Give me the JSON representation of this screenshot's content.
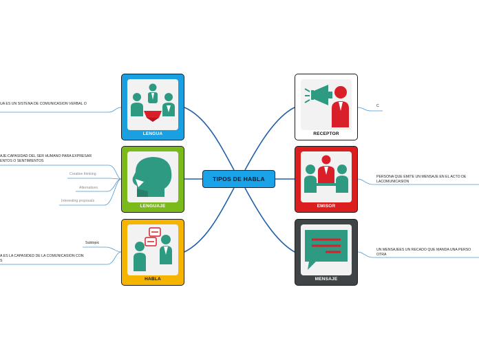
{
  "central": {
    "title": "TIPOS DE HABLA"
  },
  "nodes": {
    "lengua": {
      "label": "LENGUA",
      "color": "#1a9fe0"
    },
    "lenguaje": {
      "label": "LENGUAJE",
      "color": "#7cb91a"
    },
    "habla": {
      "label": "HABLA",
      "color": "#f5b400"
    },
    "receptor": {
      "label": "RECEPTOR",
      "color": "#ffffff"
    },
    "emisor": {
      "label": "EMISOR",
      "color": "#db1f1f"
    },
    "mensaje": {
      "label": "MENSAJE",
      "color": "#3f4547"
    }
  },
  "subtopics": {
    "lengua_def": "UA ES UN SISTENA DE COMUNICASION VERBAL O",
    "lenguaje_def_1": "AJE:CAPASIDAD DEL SER HUMANO PARA EXPRESAR",
    "lenguaje_def_2": "ENTOS O SENTIMIENTOS",
    "lenguaje_creative": "Creative thinking",
    "lenguaje_alternatives": "Alternatives",
    "lenguaje_proposals": "Interesting proposals",
    "habla_subtopic": "Subtopic",
    "habla_def_1": "A  ES LA CAPASIDED  DE  LA COMUNICASION CON",
    "habla_def_2": "S",
    "receptor_def": "C",
    "emisor_def_1": "PERSONA QUE EMITE UN MENSAJE EN EL ACTO DE",
    "emisor_def_2": "LACOMUNICASION",
    "mensaje_def_1": "UN  MENSAJEES UN RECADO QUE MANDA UNA PERSO",
    "mensaje_def_2": "OTRA"
  },
  "colors": {
    "connector": "#1f5fa6",
    "leaf_line": "#4a96cf",
    "icon_teal": "#2e9a82",
    "icon_red": "#d81f2a"
  },
  "icons": {
    "lengua": "people-group-icon",
    "lenguaje": "speaking-head-icon",
    "habla": "conversation-bubbles-icon",
    "receptor": "megaphone-person-icon",
    "emisor": "speaker-with-audience-icon",
    "mensaje": "chat-message-icon"
  }
}
